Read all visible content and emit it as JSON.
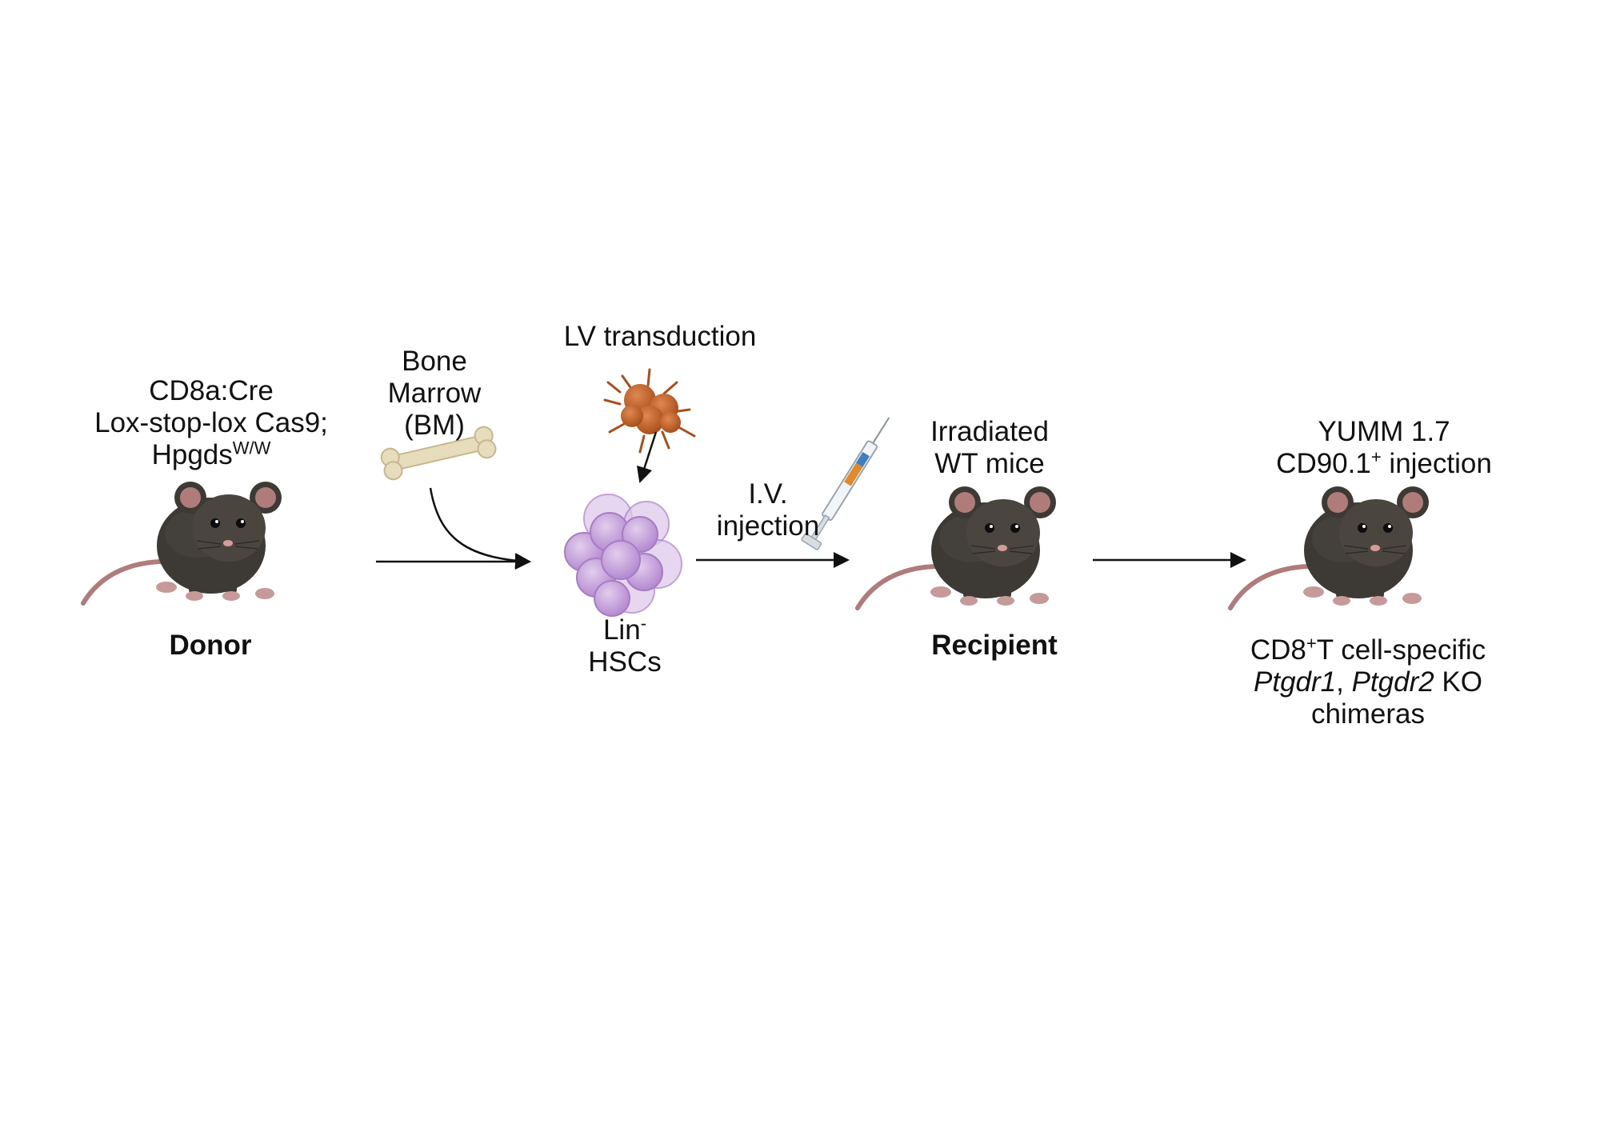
{
  "donor": {
    "genotype_line1": "CD8a:Cre",
    "genotype_line2": "Lox-stop-lox Cas9;",
    "genotype_line3": "Hpgds",
    "genotype_line3_sup": "W/W",
    "caption": "Donor"
  },
  "bone_marrow": {
    "line1": "Bone",
    "line2": "Marrow",
    "line3": "(BM)"
  },
  "lv": {
    "label": "LV transduction"
  },
  "hsc": {
    "line1": "Lin",
    "line1_sup": "-",
    "line2": "HSCs"
  },
  "iv": {
    "line1": "I.V.",
    "line2": "injection"
  },
  "recipient": {
    "line1": "Irradiated",
    "line2": "WT mice",
    "caption": "Recipient"
  },
  "tumor": {
    "line1": "YUMM 1.7",
    "line2_a": "CD90.1",
    "line2_sup": "+",
    "line2_b": " injection"
  },
  "chimera": {
    "line1_a": "CD8",
    "line1_sup": "+",
    "line1_b": "T cell-specific",
    "line2_gene1": "Ptgdr1",
    "line2_sep": ", ",
    "line2_gene2": "Ptgdr2",
    "line2_tail": " KO",
    "line3": "chimeras"
  },
  "colors": {
    "mouse_body": "#3d3a35",
    "mouse_body_light": "#524c44",
    "mouse_pink": "#b07b7b",
    "virus": "#c0642a",
    "cells": "#b98bd3",
    "bone": "#e7dcbc",
    "arrow": "#111111"
  }
}
